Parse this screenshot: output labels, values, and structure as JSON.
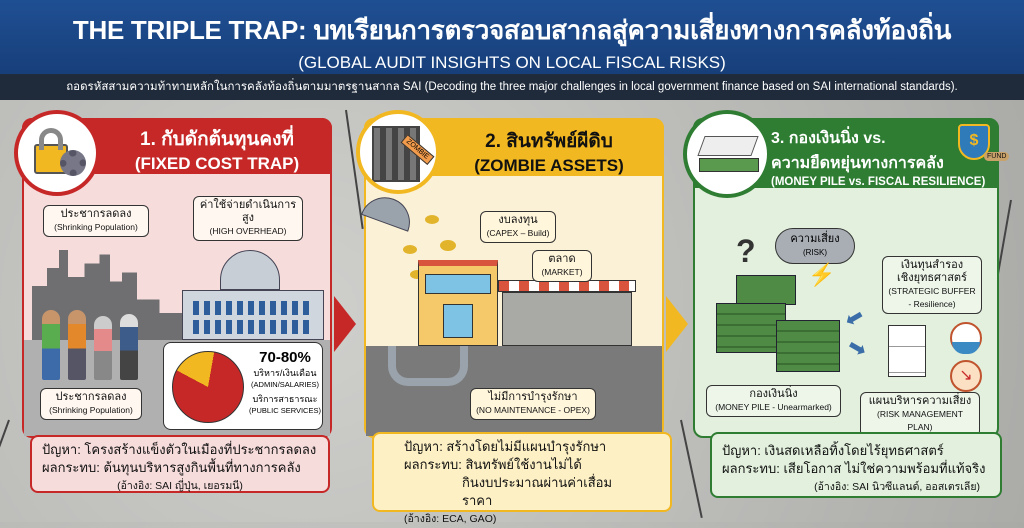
{
  "header": {
    "title": "THE TRIPLE TRAP: บทเรียนการตรวจสอบสากลสู่ความเสี่ยงทางการคลังท้องถิ่น",
    "subtitle": "(GLOBAL AUDIT INSIGHTS ON LOCAL FISCAL RISKS)",
    "strip": "ถอดรหัสสามความท้าทายหลักในการคลังท้องถิ่นตามมาตรฐานสากล SAI (Decoding the three major challenges in local government finance based on SAI international standards)."
  },
  "colors": {
    "red": "#c62828",
    "yellow": "#f2b821",
    "green": "#2e7d32",
    "blue": "#1f4f93"
  },
  "panel1": {
    "title_th": "1. กับดักต้นทุนคงที่",
    "title_en": "(FIXED COST TRAP)",
    "label_pop_top": {
      "th": "ประชากรลดลง",
      "en": "(Shrinking Population)"
    },
    "label_overhead": {
      "th": "ค่าใช้จ่ายดำเนินการสูง",
      "en": "(HIGH OVERHEAD)"
    },
    "label_pop_bottom": {
      "th": "ประชากรลดลง",
      "en": "(Shrinking Population)"
    },
    "pie": {
      "percent": "70-80%",
      "admin_th": "บริหาร/เงินเดือน",
      "admin_en": "(ADMIN/SALARIES)",
      "public_th": "บริการสาธารณะ",
      "public_en": "(PUBLIC SERVICES)",
      "admin_share": 0.8
    },
    "problem": "ปัญหา: โครงสร้างแข็งตัวในเมืองที่ประชากรลดลง",
    "impact": "ผลกระทบ: ต้นทุนบริหารสูงกินพื้นที่ทางการคลัง",
    "ref": "(อ้างอิง: SAI ญี่ปุ่น, เยอรมนี)"
  },
  "panel2": {
    "title_th": "2. สินทรัพย์ผีดิบ",
    "title_en": "(ZOMBIE ASSETS)",
    "zombie_tag": "ZOMBIE",
    "label_capex": {
      "th": "งบลงทุน",
      "en": "(CAPEX – Build)"
    },
    "label_market": {
      "th": "ตลาด",
      "en": "(MARKET)"
    },
    "label_maint": {
      "th": "ไม่มีการบำรุงรักษา",
      "en": "(NO MAINTENANCE - OPEX)"
    },
    "problem": "ปัญหา: สร้างโดยไม่มีแผนบำรุงรักษา",
    "impact": "ผลกระทบ: สินทรัพย์ใช้งานไม่ได้",
    "impact2": "กินงบประมาณผ่านค่าเสื่อมราคา",
    "ref": "(อ้างอิง: ECA, GAO)"
  },
  "panel3": {
    "title_th1": "3. กองเงินนิ่ง vs.",
    "title_th2": "ความยืดหยุ่นทางการคลัง",
    "title_en": "(MONEY PILE vs. FISCAL RESILIENCE)",
    "fund_tag": "FUND",
    "label_risk": {
      "th": "ความเสี่ยง",
      "en": "(RISK)"
    },
    "label_buffer": {
      "th1": "เงินทุนสำรอง",
      "th2": "เชิงยุทธศาสตร์",
      "en1": "(STRATEGIC BUFFER",
      "en2": "- Resilience)"
    },
    "label_pile": {
      "th": "กองเงินนิ่ง",
      "en": "(MONEY PILE - Unearmarked)"
    },
    "label_plan": {
      "th": "แผนบริหารความเสี่ยง",
      "en": "(RISK MANAGEMENT PLAN)"
    },
    "problem": "ปัญหา: เงินสดเหลือทิ้งโดยไร้ยุทธศาสตร์",
    "impact": "ผลกระทบ: เสียโอกาส ไม่ใช่ความพร้อมที่แท้จริง",
    "ref": "(อ้างอิง: SAI นิวซีแลนด์, ออสเตรเลีย)"
  }
}
